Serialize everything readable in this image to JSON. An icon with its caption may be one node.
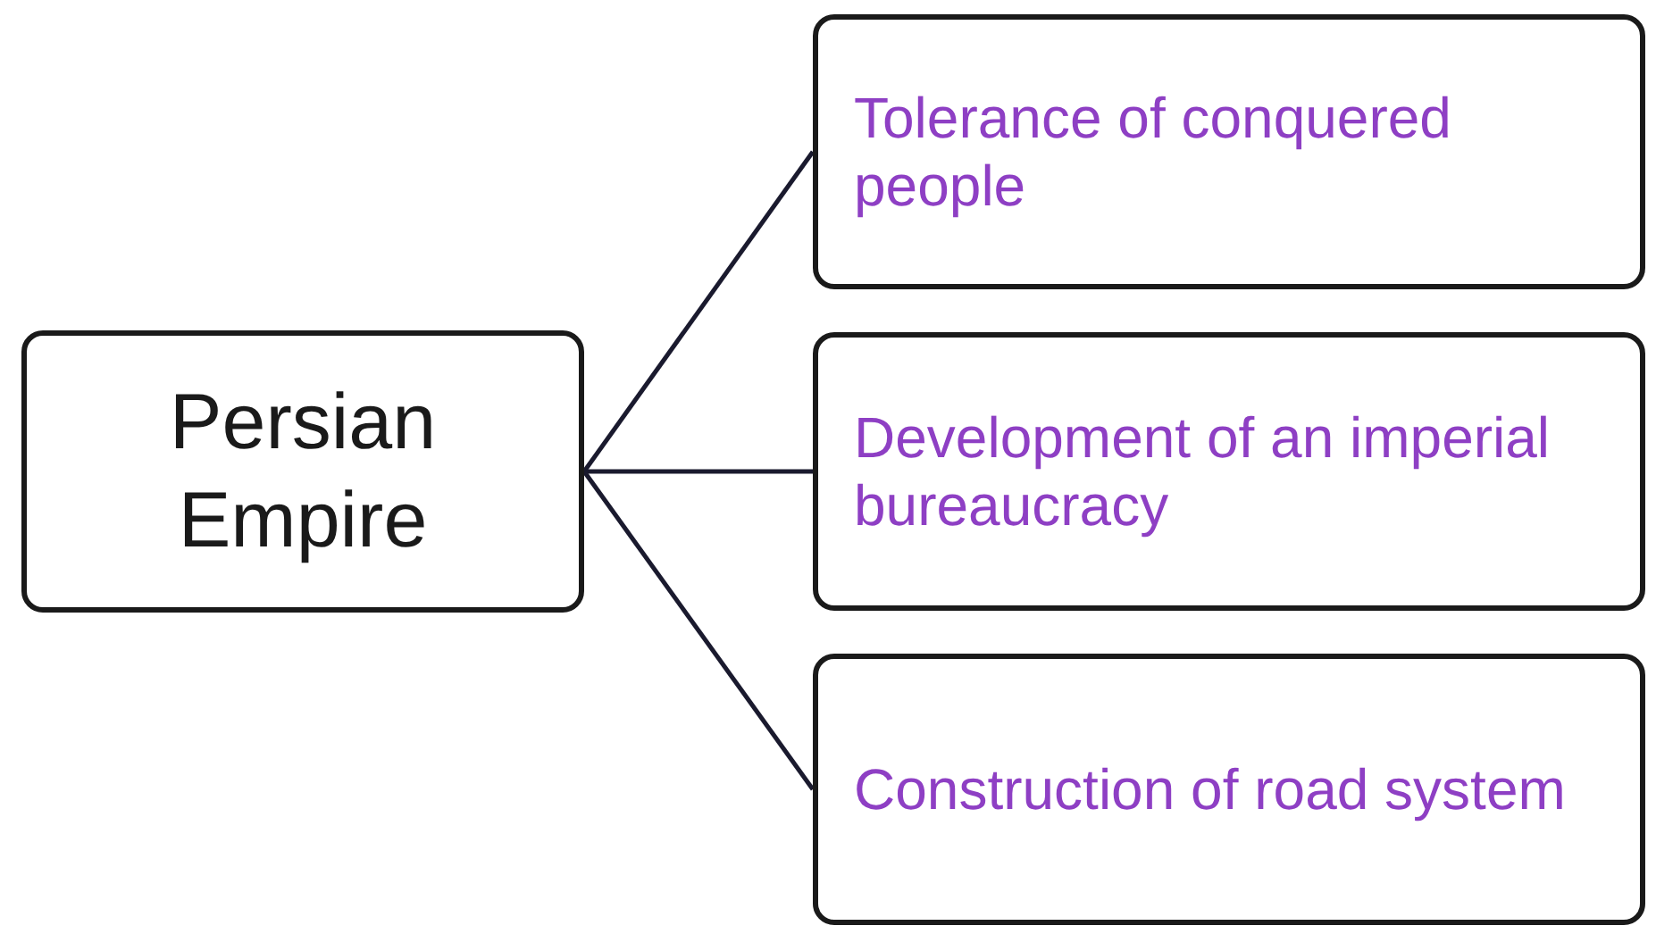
{
  "diagram": {
    "nodes": [
      {
        "text": [
          "Persian Empire"
        ]
      },
      {
        "text": [
          "Tolerance of conquered people"
        ]
      },
      {
        "text": [
          "Development of an imperial bureaucracy"
        ]
      },
      {
        "text": [
          "Construction of road system"
        ]
      }
    ],
    "edges": [
      {
        "from": 0,
        "to": 1,
        "arrow": "none"
      },
      {
        "from": 0,
        "to": 2,
        "arrow": "none"
      },
      {
        "from": 0,
        "to": 3,
        "arrow": "none"
      }
    ]
  }
}
